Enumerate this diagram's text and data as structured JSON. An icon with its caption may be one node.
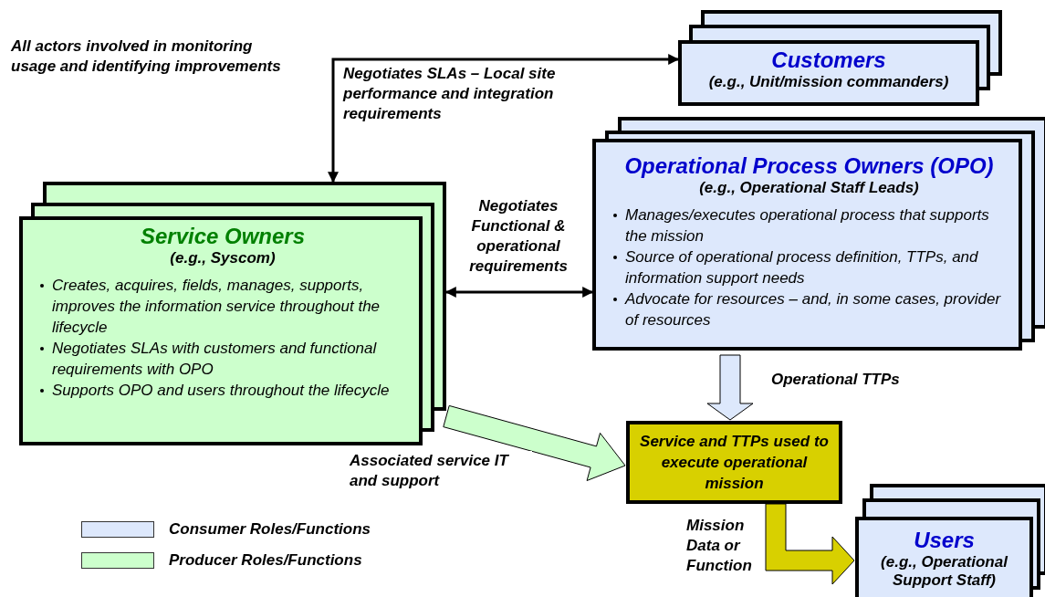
{
  "diagram": {
    "nodes": [
      {
        "text": [
          "Customers",
          "(e.g., Unit/mission commanders)"
        ]
      },
      {
        "text": [
          "Service Owners",
          "(e.g., Syscom)",
          "Creates, acquires, fields, manages, supports, improves the information service throughout the lifecycle",
          "Negotiates SLAs with customers and functional requirements with OPO",
          "Supports OPO and users throughout the lifecycle"
        ]
      },
      {
        "text": [
          "Operational Process Owners (OPO)",
          "(e.g., Operational Staff Leads)",
          "Manages/executes operational process that supports the mission",
          "Source of operational process definition, TTPs, and information support needs",
          "Advocate for resources – and, in some cases, provider of resources"
        ]
      },
      {
        "text": [
          "Service and TTPs used to execute operational mission"
        ]
      },
      {
        "text": [
          "Users",
          "(e.g., Operational Support Staff)"
        ]
      }
    ],
    "edges": [
      {
        "from": 1,
        "to": 0,
        "arrow": "both",
        "label": "Negotiates SLAs – Local site performance and integration requirements"
      },
      {
        "from": 1,
        "to": 2,
        "arrow": "both",
        "label": "Negotiates Functional & operational requirements"
      },
      {
        "from": 2,
        "to": 3,
        "arrow": "to",
        "label": "Operational TTPs",
        "style": "thick",
        "color": "#dde8fc"
      },
      {
        "from": 1,
        "to": 3,
        "arrow": "to",
        "label": "Associated service IT and support",
        "style": "thick",
        "color": "#ccffcc"
      },
      {
        "from": 3,
        "to": 4,
        "arrow": "to",
        "label": "Mission Data or Function",
        "style": "thick",
        "color": "#d8d000"
      }
    ],
    "labels": [
      "All actors involved in monitoring usage and identifying improvements"
    ],
    "legend": [
      {
        "text": "Consumer Roles/Functions",
        "color": "#dde8fc"
      },
      {
        "text": "Producer Roles/Functions",
        "color": "#ccffcc"
      }
    ]
  }
}
